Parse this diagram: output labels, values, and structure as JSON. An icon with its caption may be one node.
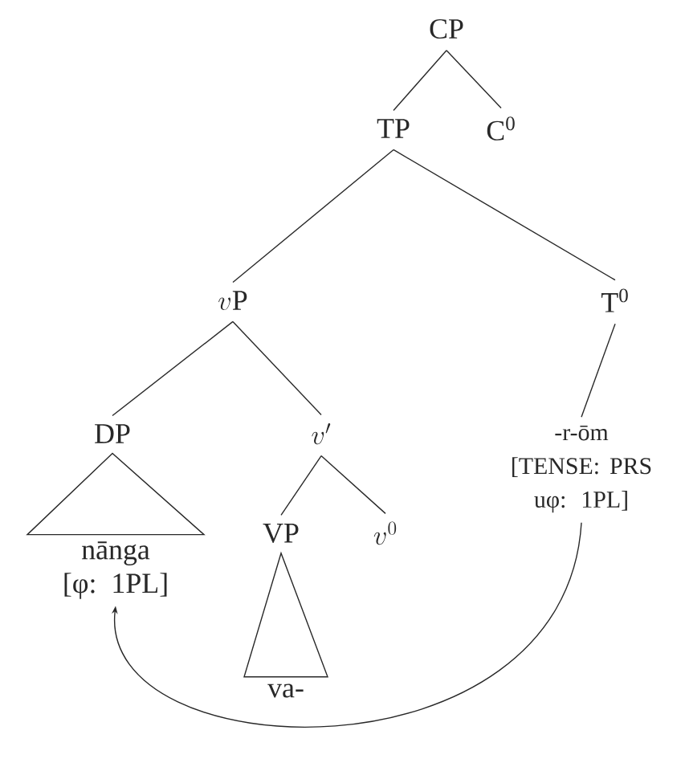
{
  "diagram": {
    "nodes": [
      {
        "text": [
          "CP"
        ]
      },
      {
        "text": [
          "TP"
        ]
      },
      {
        "text": [
          "C$^{0}$"
        ]
      },
      {
        "text": [
          "v\\mathrm{P}"
        ]
      },
      {
        "text": [
          "T$^{0}$"
        ]
      },
      {
        "text": [
          "DP"
        ]
      },
      {
        "text": [
          "v'"
        ]
      },
      {
        "text": [
          "nānga",
          "[φ: 1PL]"
        ]
      },
      {
        "text": [
          "VP"
        ]
      },
      {
        "text": [
          "v^{0}"
        ]
      },
      {
        "text": [
          "va-"
        ]
      },
      {
        "text": [
          "-r-ōm",
          "[TENSE: PRS uφ: 1PL]"
        ]
      }
    ],
    "edges": [
      {
        "from": 0,
        "to": 1,
        "arrow": "none"
      },
      {
        "from": 0,
        "to": 2,
        "arrow": "none"
      },
      {
        "from": 1,
        "to": 3,
        "arrow": "none"
      },
      {
        "from": 1,
        "to": 4,
        "arrow": "none"
      },
      {
        "from": 3,
        "to": 5,
        "arrow": "none"
      },
      {
        "from": 3,
        "to": 6,
        "arrow": "none"
      },
      {
        "from": 4,
        "to": 11,
        "arrow": "none"
      },
      {
        "from": 5,
        "to": 7,
        "arrow": "none"
      },
      {
        "from": 6,
        "to": 8,
        "arrow": "none"
      },
      {
        "from": 6,
        "to": 9,
        "arrow": "none"
      },
      {
        "from": 8,
        "to": 10,
        "arrow": "none"
      },
      {
        "from": 11,
        "to": 7,
        "arrow": "to"
      }
    ]
  }
}
